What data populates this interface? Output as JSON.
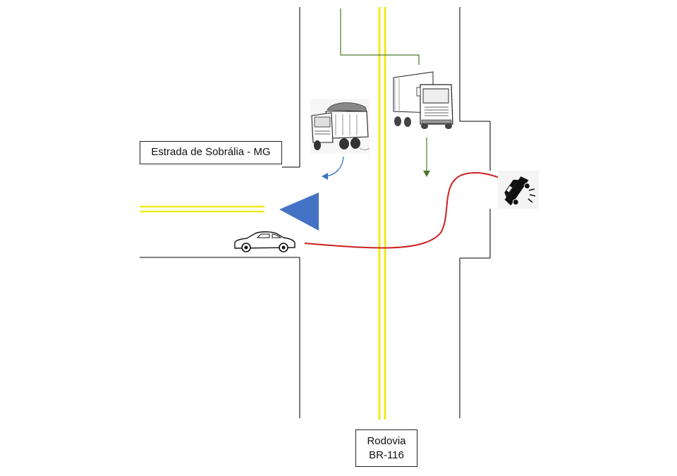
{
  "labels": {
    "side_road": "Estrada de Sobrália - MG",
    "highway_line1": "Rodovia",
    "highway_line2": "BR-116"
  },
  "colors": {
    "road_edge": "#333333",
    "center_line": "#f2ea1f",
    "car_path": "#cc1f1f",
    "truck_path": "#4a7a2a",
    "dump_truck_path": "#3b73c4",
    "marker_triangle": "#4472c4"
  },
  "vehicles": [
    {
      "id": "sedan",
      "icon": "car-icon"
    },
    {
      "id": "box-truck",
      "icon": "semi-truck-icon"
    },
    {
      "id": "dump-truck",
      "icon": "dump-truck-icon"
    },
    {
      "id": "overturned-car",
      "icon": "overturned-car-icon"
    }
  ]
}
